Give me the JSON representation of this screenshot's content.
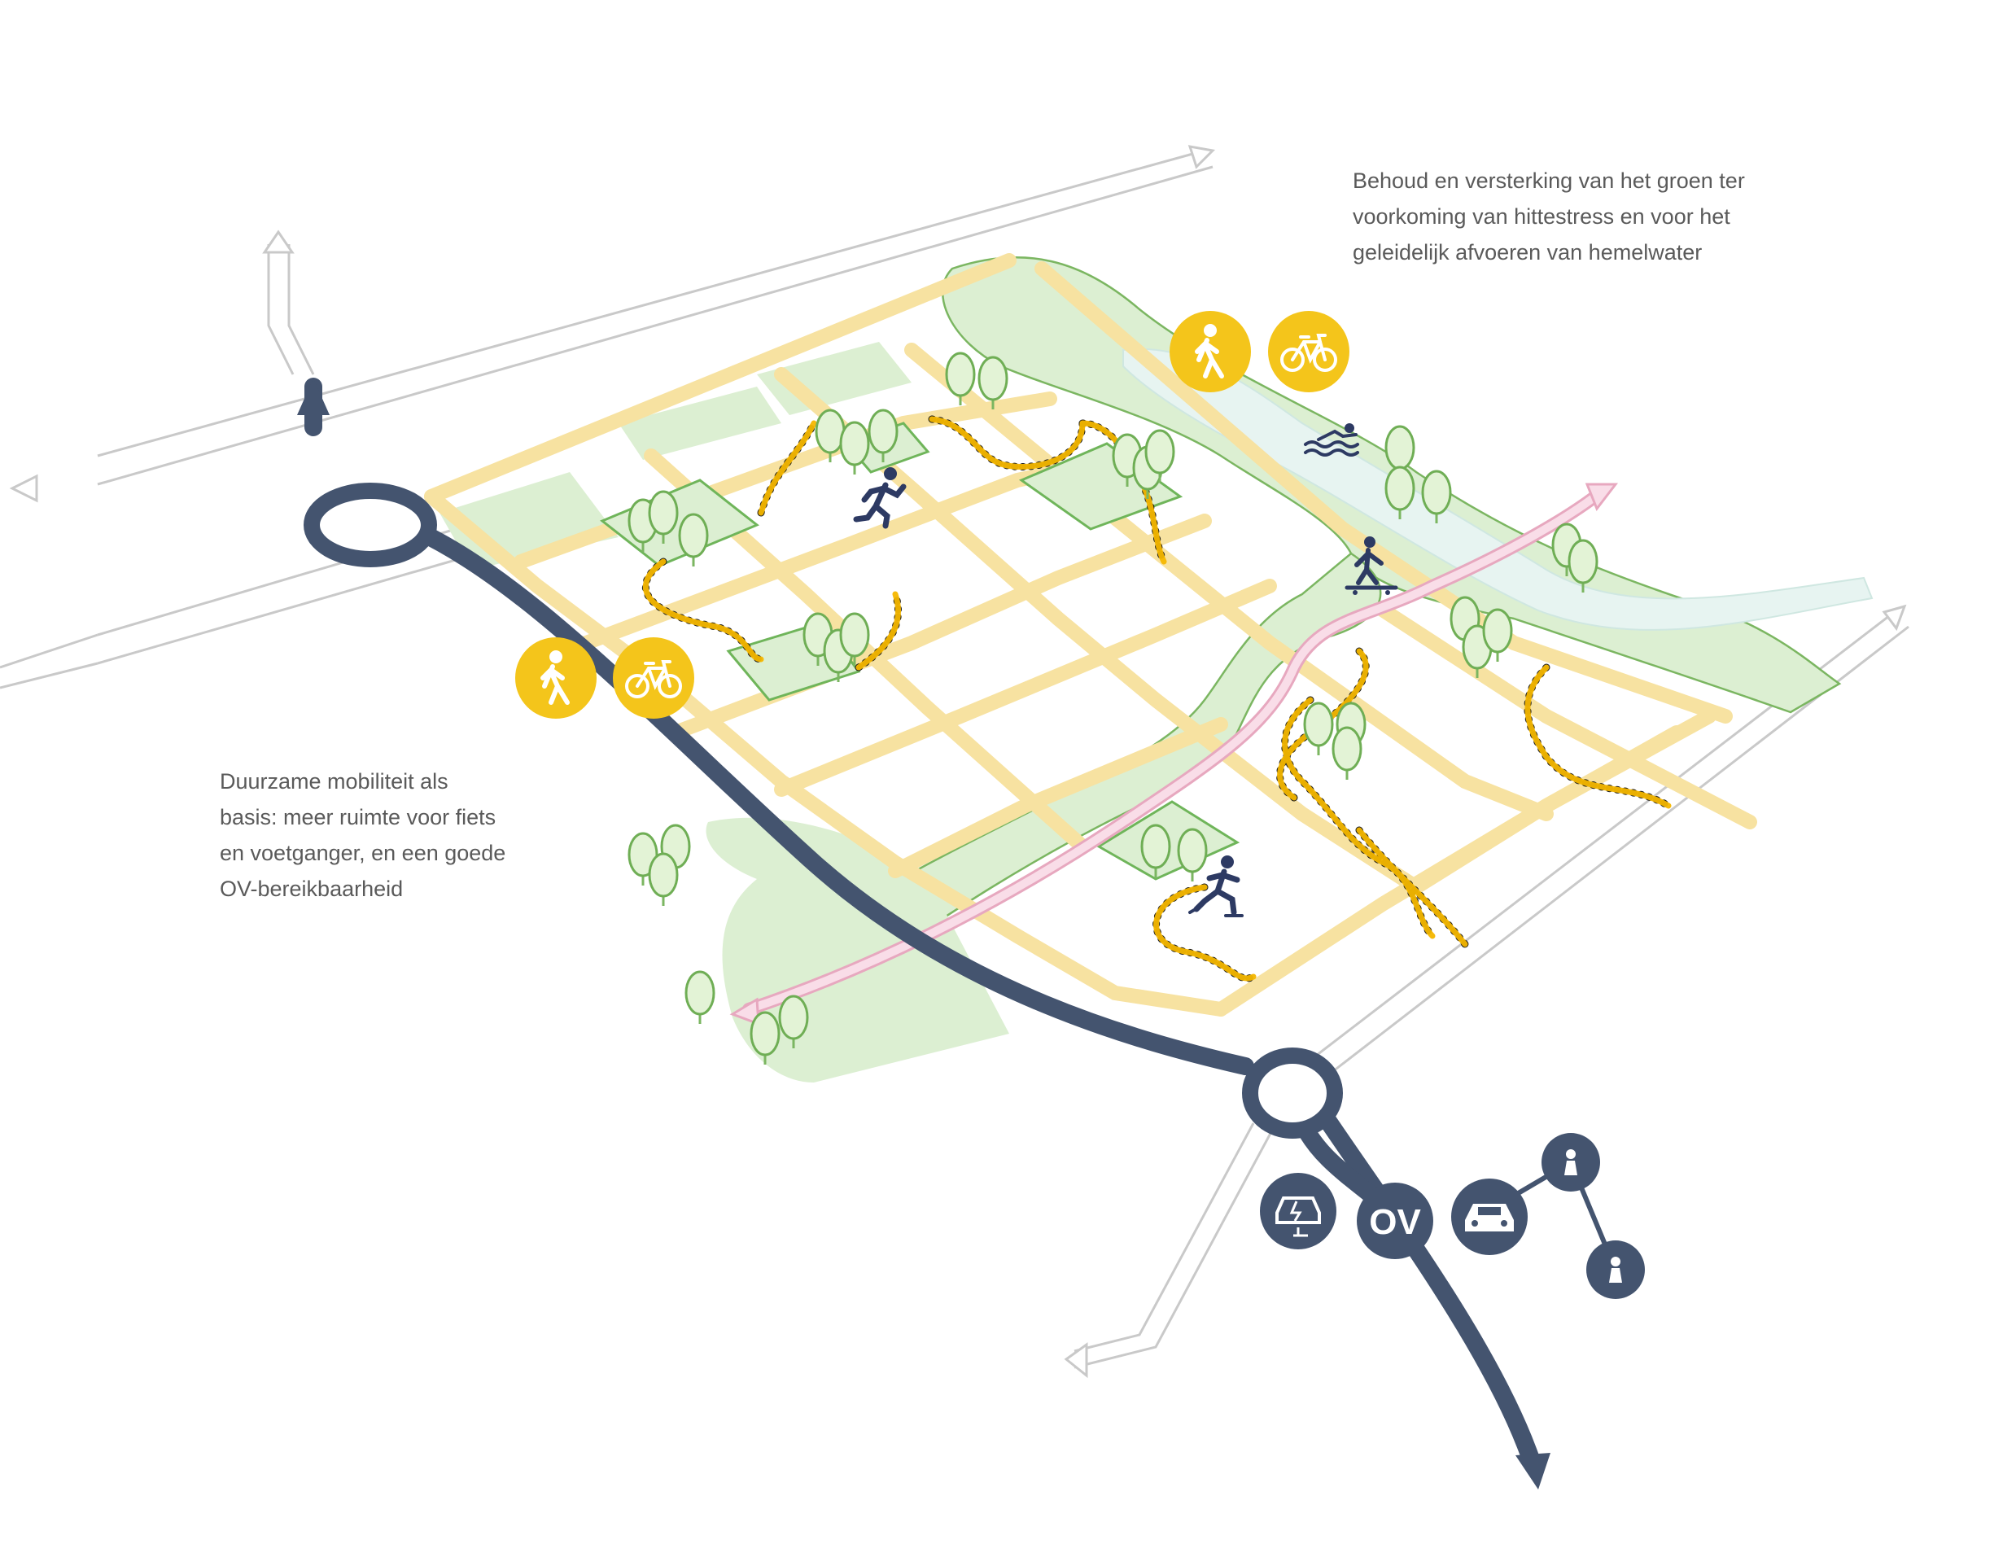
{
  "captions": {
    "green": {
      "lines": [
        "Behoud en versterking van het groen ter",
        "voorkoming van hittestress en voor het",
        "geleidelijk afvoeren van hemelwater"
      ]
    },
    "mobility": {
      "lines": [
        "Duurzame mobiliteit als",
        "basis: meer ruimte voor fiets",
        "en voetganger, en een goede",
        "OV-bereikbaarheid"
      ]
    }
  },
  "mobility_hub": {
    "ov_label": "OV",
    "icons": [
      "electric-car-charging-icon",
      "public-transport-icon",
      "car-icon",
      "shared-mobility-person-icon"
    ]
  },
  "activity_icons": [
    "pedestrian-icon",
    "bicycle-icon",
    "runner-icon",
    "swimmer-icon",
    "skateboarder-icon",
    "inline-skater-icon"
  ],
  "colors": {
    "main_road": "#44546f",
    "street_yellow": "#f7e2a1",
    "green_area": "#dcefd2",
    "green_outline": "#7bb661",
    "trail_yellow": "#f5b700",
    "badge_yellow": "#f4c51b",
    "pink_route": "#f5cfdc",
    "water": "#e7f4f1"
  }
}
